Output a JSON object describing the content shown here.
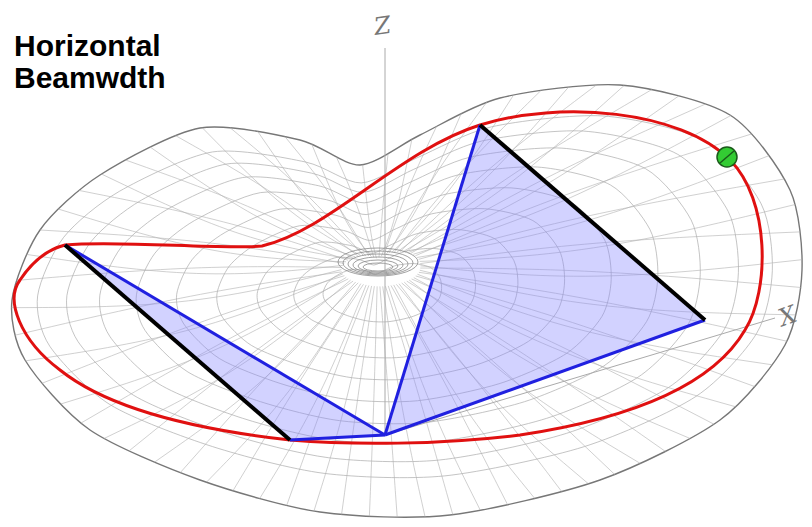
{
  "diagram": {
    "title": "Horizontal Beamwdth",
    "labels": [
      "Z",
      "X"
    ]
  }
}
